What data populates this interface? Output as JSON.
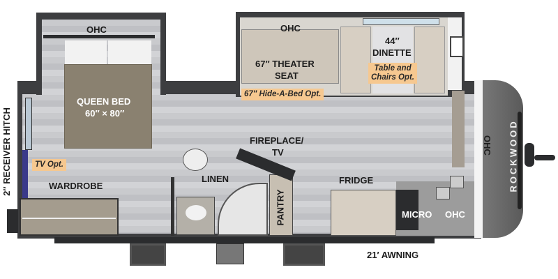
{
  "brand": "ROCKWOOD",
  "labels": {
    "bedroom_ohc": "OHC",
    "queen_bed": "QUEEN BED",
    "queen_bed_size": "60″ × 80″",
    "theater_ohc": "OHC",
    "theater_seat_1": "67″ THEATER",
    "theater_seat_2": "SEAT",
    "dinette_1": "44″",
    "dinette_2": "DINETTE",
    "fireplace_1": "FIREPLACE/",
    "fireplace_2": "TV",
    "linen": "LINEN",
    "fridge": "FRIDGE",
    "pantry": "PANTRY",
    "wardrobe": "WARDROBE",
    "micro": "MICRO",
    "kitchen_ohc": "OHC",
    "front_ohc": "OHC",
    "hitch": "2″ RECEIVER HITCH",
    "awning": "21′ AWNING"
  },
  "options": {
    "table_chairs_1": "Table and",
    "table_chairs_2": "Chairs Opt.",
    "hide_a_bed": "67″ Hide-A-Bed Opt.",
    "tv": "TV Opt."
  },
  "colors": {
    "option_tag": "#f6c890",
    "wall": "#3d3e40",
    "bed": "#8a8170"
  }
}
